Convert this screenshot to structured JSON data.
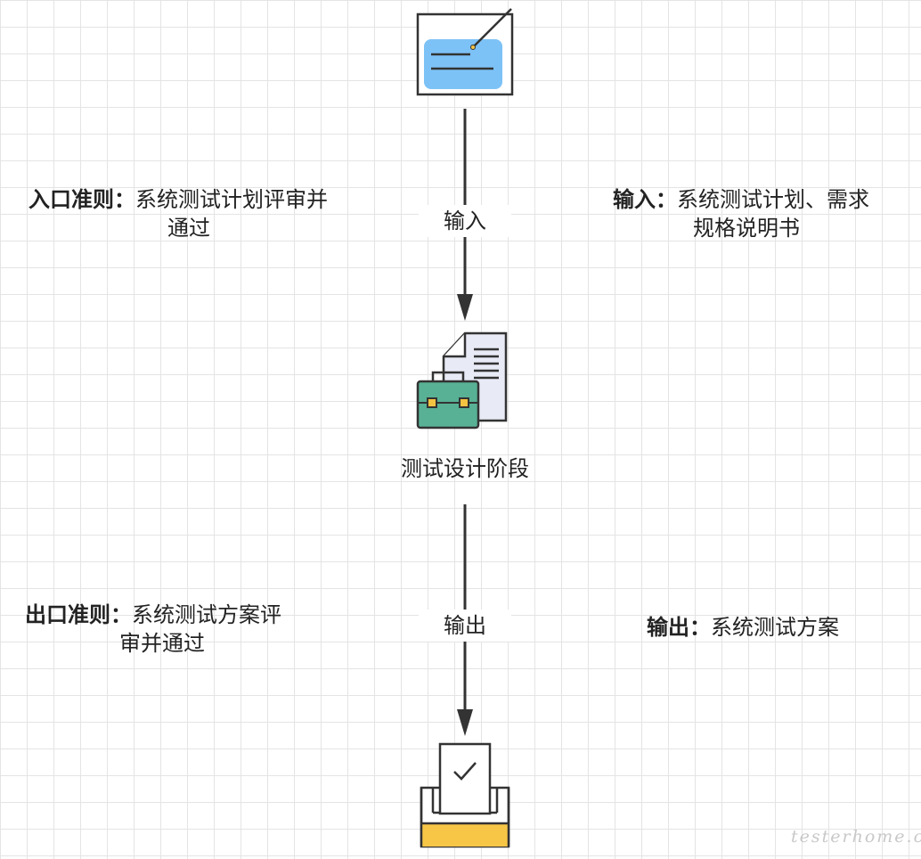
{
  "entry": {
    "label": "入口准则：",
    "text_line1": "系统测试计划评审并",
    "text_line2": "通过"
  },
  "input": {
    "label": "输入：",
    "text_line1": "系统测试计划、需求",
    "text_line2": "规格说明书"
  },
  "arrow_input_label": "输入",
  "phase_label": "测试设计阶段",
  "arrow_output_label": "输出",
  "exit": {
    "label": "出口准则：",
    "text_line1": "系统测试方案评",
    "text_line2": "审并通过"
  },
  "output": {
    "label": "输出：",
    "text": "系统测试方案"
  },
  "watermark": "testerhome.com",
  "colors": {
    "card_blue": "#7dc2f6",
    "briefcase_green": "#58b195",
    "clasp_yellow": "#f5c342",
    "tray_yellow": "#f7c646",
    "line": "#333333"
  },
  "icons": {
    "top": "plan-card-icon",
    "middle": "briefcase-document-icon",
    "bottom": "ballot-box-check-icon"
  }
}
